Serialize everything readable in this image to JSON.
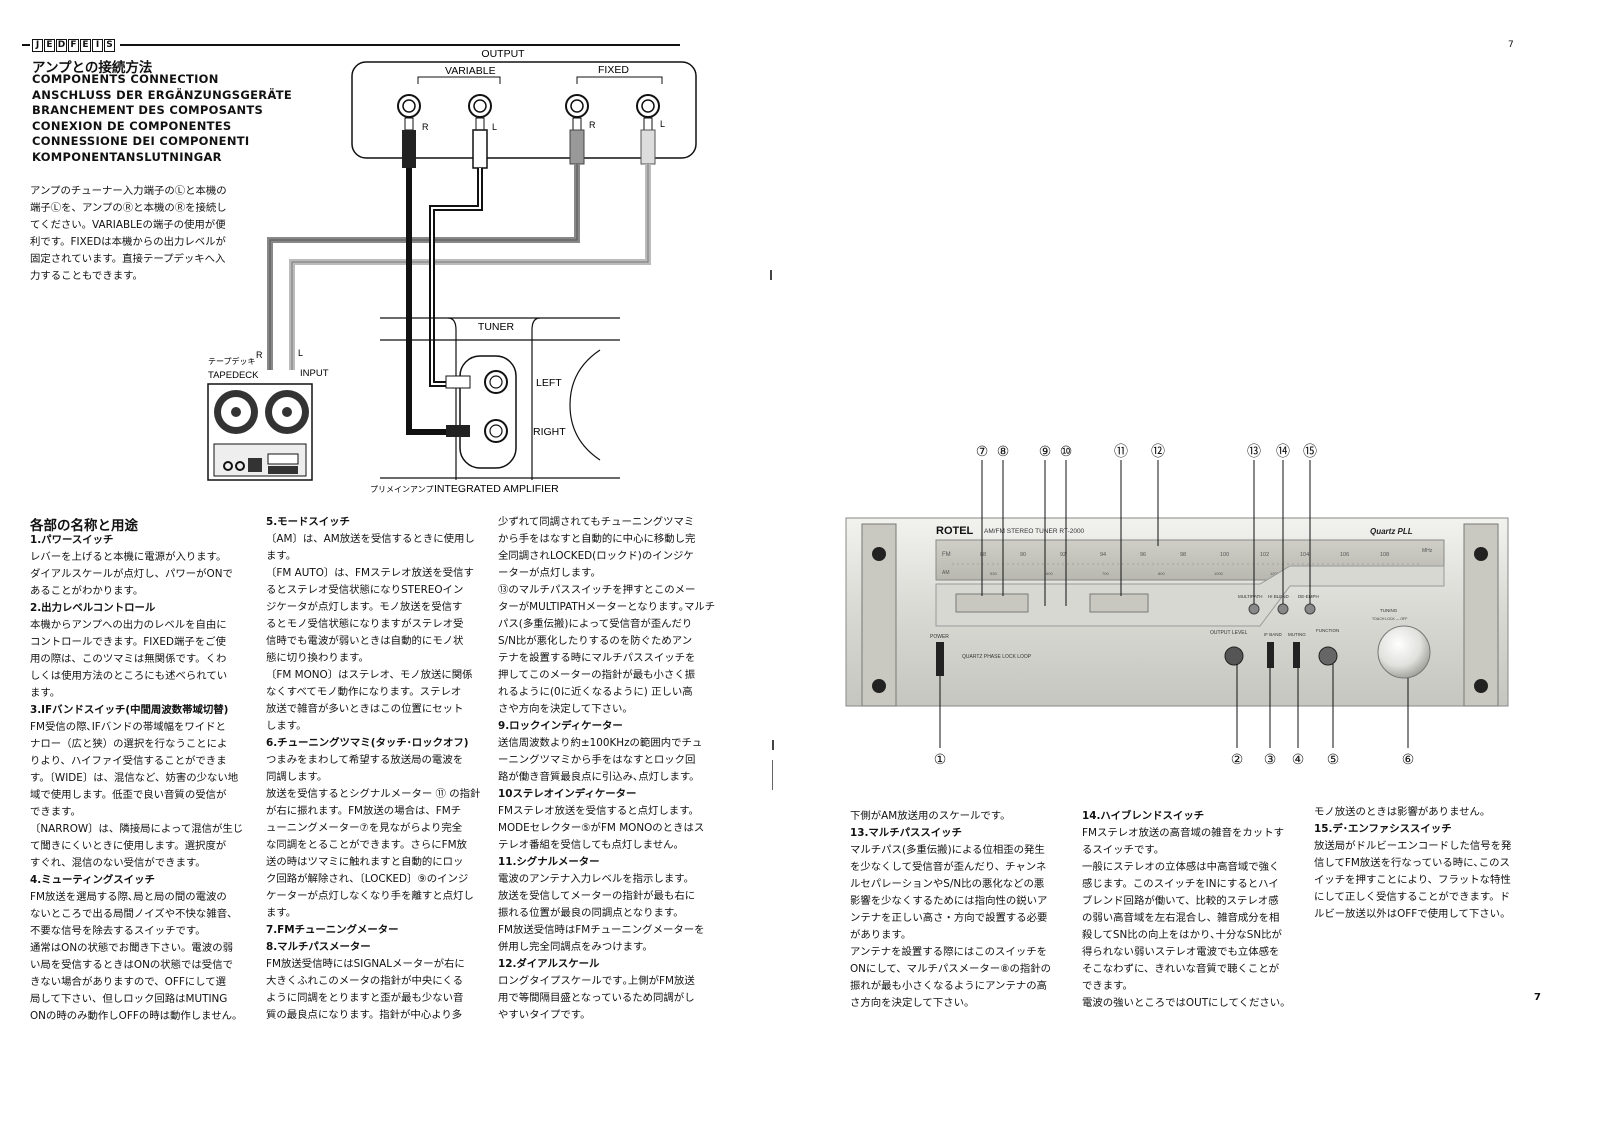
{
  "header": {
    "lang_codes": [
      "J",
      "E",
      "D",
      "F",
      "E",
      "I",
      "S"
    ]
  },
  "connection": {
    "title_ja": "アンプとの接続方法",
    "titles": [
      "COMPONENTS CONNECTION",
      "ANSCHLUSS DER ERGÄNZUNGSGERÄTE",
      "BRANCHEMENT DES COMPOSANTS",
      "CONEXION DE COMPONENTES",
      "CONNESSIONE DEI COMPONENTI",
      "KOMPONENTANSLUTNINGAR"
    ],
    "description": [
      "アンプのチューナー入力端子のⓁと本機の",
      "端子Ⓛを、アンプのⓇと本機のⓇを接続し",
      "てください。VARIABLEの端子の使用が便",
      "利です。FIXEDは本機からの出力レベルが",
      "固定されています。直接テープデッキへ入",
      "力することもできます。"
    ]
  },
  "diagram": {
    "output": "OUTPUT",
    "variable": "VARIABLE",
    "fixed": "FIXED",
    "r": "R",
    "l": "L",
    "tuner": "TUNER",
    "left": "LEFT",
    "right": "RIGHT",
    "tapedeck_ja": "テープデッキ",
    "tapedeck": "TAPEDECK",
    "input": "INPUT",
    "integrated_ja": "プリメインアンプ",
    "integrated": "INTEGRATED AMPLIFIER"
  },
  "tuner_panel": {
    "brand": "ROTEL",
    "model": "AM/FM STEREO TUNER RT-2000",
    "quartz": "Quartz PLL",
    "quartz_label": "QUARTZ PHASE LOCK LOOP",
    "power": "POWER",
    "output_level": "OUTPUT LEVEL",
    "if_band": "IF BAND",
    "muting": "MUTING",
    "function": "FUNCTION",
    "tuning": "TUNING",
    "tuning_sub": "TOUCH LOCK — OFF",
    "multipath": "MULTIPATH",
    "hi_blend": "HI BLEND",
    "de_emph": "DE-EMPH",
    "fm_scale": [
      "88",
      "90",
      "92",
      "94",
      "96",
      "98",
      "100",
      "102",
      "104",
      "106",
      "108"
    ],
    "am_scale": [
      "530",
      "600",
      "700",
      "800",
      "1000",
      "1200",
      "1400",
      "1600"
    ],
    "mhz": "MHz",
    "fm": "FM",
    "am": "AM",
    "callouts_top": [
      "⑦",
      "⑧",
      "⑨",
      "⑩",
      "⑪",
      "⑫",
      "⑬",
      "⑭",
      "⑮"
    ],
    "callouts_bottom": [
      "①",
      "②",
      "③",
      "④",
      "⑤",
      "⑥"
    ]
  },
  "parts_title": "各部の名称と用途",
  "col1": [
    {
      "t": "1.パワースイッチ",
      "h": true
    },
    {
      "t": "レバーを上げると本機に電源が入ります。"
    },
    {
      "t": "ダイアルスケールが点灯し、パワーがONで"
    },
    {
      "t": "あることがわかります。"
    },
    {
      "t": "2.出力レベルコントロール",
      "h": true
    },
    {
      "t": "本機からアンプへの出力のレベルを自由に"
    },
    {
      "t": "コントロールできます。FIXED端子をご使"
    },
    {
      "t": "用の際は、このツマミは無関係です。くわ"
    },
    {
      "t": "しくは使用方法のところにも述べられてい"
    },
    {
      "t": "ます。"
    },
    {
      "t": "3.IFバンドスイッチ(中間周波数帯域切替)",
      "h": true
    },
    {
      "t": "FM受信の際､IFバンドの帯域幅をワイドと"
    },
    {
      "t": "ナロー（広と狭）の選択を行なうことによ"
    },
    {
      "t": "りより、ハイファイ受信することができま"
    },
    {
      "t": "す。〔WIDE〕は、混信など、妨害の少ない地"
    },
    {
      "t": "域で使用します。低歪で良い音質の受信が"
    },
    {
      "t": "できます。"
    },
    {
      "t": "〔NARROW〕は、隣接局によって混信が生じ"
    },
    {
      "t": "て聞きにくいときに使用します。選択度が"
    },
    {
      "t": "すぐれ、混信のない受信ができます。"
    },
    {
      "t": "4.ミューティングスイッチ",
      "h": true
    },
    {
      "t": "FM放送を選局する際､局と局の間の電波の"
    },
    {
      "t": "ないところで出る局間ノイズや不快な雑音、"
    },
    {
      "t": "不要な信号を除去するスイッチです。"
    },
    {
      "t": "通常はONの状態でお聞き下さい。電波の弱"
    },
    {
      "t": "い局を受信するときはONの状態では受信で"
    },
    {
      "t": "きない場合がありますので、OFFにして選"
    },
    {
      "t": "局して下さい、但しロック回路はMUTING"
    },
    {
      "t": "ONの時のみ動作しOFFの時は動作しません。"
    }
  ],
  "col2": [
    {
      "t": "5.モードスイッチ",
      "h": true
    },
    {
      "t": "〔AM〕は、AM放送を受信するときに使用し"
    },
    {
      "t": "ます。"
    },
    {
      "t": "〔FM AUTO〕は、FMステレオ放送を受信す"
    },
    {
      "t": "るとステレオ受信状態になりSTEREOイン"
    },
    {
      "t": "ジケータが点灯します。モノ放送を受信す"
    },
    {
      "t": "るとモノ受信状態になりますがステレオ受"
    },
    {
      "t": "信時でも電波が弱いときは自動的にモノ状"
    },
    {
      "t": "態に切り換わります。"
    },
    {
      "t": "〔FM MONO〕はステレオ、モノ放送に関係"
    },
    {
      "t": "なくすべてモノ動作になります。ステレオ"
    },
    {
      "t": "放送で雑音が多いときはこの位置にセット"
    },
    {
      "t": "します。"
    },
    {
      "t": "6.チューニングツマミ(タッチ･ロックオフ)",
      "h": true
    },
    {
      "t": "つまみをまわして希望する放送局の電波を"
    },
    {
      "t": "同調します。"
    },
    {
      "t": "放送を受信するとシグナルメーター ⑪ の指針"
    },
    {
      "t": "が右に振れます。FM放送の場合は、FMチ"
    },
    {
      "t": "ューニングメーター⑦を見ながらより完全"
    },
    {
      "t": "な同調をとることができます。さらにFM放"
    },
    {
      "t": "送の時はツマミに触れますと自動的にロッ"
    },
    {
      "t": "ク回路が解除され、〔LOCKED〕⑨のインジ"
    },
    {
      "t": "ケーターが点灯しなくなり手を離すと点灯し"
    },
    {
      "t": "ます。"
    },
    {
      "t": "7.FMチューニングメーター",
      "h": true
    },
    {
      "t": "8.マルチパスメーター",
      "h": true
    },
    {
      "t": "FM放送受信時にはSIGNALメーターが右に"
    },
    {
      "t": "大きくふれこのメータの指針が中央にくる"
    },
    {
      "t": "ように同調をとりますと歪が最も少ない音"
    },
    {
      "t": "質の最良点になります。指針が中心より多"
    }
  ],
  "col3": [
    {
      "t": "少ずれて同調されてもチューニングツマミ"
    },
    {
      "t": "から手をはなすと自動的に中心に移動し完"
    },
    {
      "t": "全同調されLOCKED(ロックド)のインジケ"
    },
    {
      "t": "ーターが点灯します。"
    },
    {
      "t": "⑬のマルチパススイッチを押すとこのメー"
    },
    {
      "t": "ターがMULTIPATHメーターとなります｡マルチ"
    },
    {
      "t": "パス(多重伝搬)によって受信音が歪んだり"
    },
    {
      "t": "S/N比が悪化したりするのを防ぐためアン"
    },
    {
      "t": "テナを設置する時にマルチパススイッチを"
    },
    {
      "t": "押してこのメーターの指針が最も小さく振"
    },
    {
      "t": "れるように(0に近くなるように) 正しい高"
    },
    {
      "t": "さや方向を決定して下さい。"
    },
    {
      "t": "9.ロックインディケーター",
      "h": true
    },
    {
      "t": "送信周波数より約±100KHzの範囲内でチュ"
    },
    {
      "t": "ーニングツマミから手をはなすとロック回"
    },
    {
      "t": "路が働き音質最良点に引込み､点灯します。"
    },
    {
      "t": "10ステレオインディケーター",
      "h": true
    },
    {
      "t": "FMステレオ放送を受信すると点灯します。"
    },
    {
      "t": "MODEセレクター⑤がFM MONOのときはス"
    },
    {
      "t": "テレオ番組を受信しても点灯しません。"
    },
    {
      "t": "11.シグナルメーター",
      "h": true
    },
    {
      "t": "電波のアンテナ入力レベルを指示します。"
    },
    {
      "t": "放送を受信してメーターの指針が最も右に"
    },
    {
      "t": "振れる位置が最良の同調点となります。"
    },
    {
      "t": "FM放送受信時はFMチューニングメーターを"
    },
    {
      "t": "併用し完全同調点をみつけます。"
    },
    {
      "t": "12.ダイアルスケール",
      "h": true
    },
    {
      "t": "ロングタイプスケールです｡上側がFM放送"
    },
    {
      "t": "用で等間隔目盛となっているため同調がし"
    },
    {
      "t": "やすいタイプです。"
    }
  ],
  "col4": [
    {
      "t": "下側がAM放送用のスケールです。"
    },
    {
      "t": "13.マルチパススイッチ",
      "h": true
    },
    {
      "t": "マルチパス(多重伝搬)による位相歪の発生"
    },
    {
      "t": "を少なくして受信音が歪んだり、チャンネ"
    },
    {
      "t": "ルセパレーションやS/N比の悪化などの悪"
    },
    {
      "t": "影響を少なくするためには指向性の鋭いア"
    },
    {
      "t": "ンテナを正しい高さ・方向で設置する必要"
    },
    {
      "t": "があります。"
    },
    {
      "t": "アンテナを設置する際にはこのスイッチを"
    },
    {
      "t": "ONにして、マルチパスメーター⑧の指針の"
    },
    {
      "t": "振れが最も小さくなるようにアンテナの高"
    },
    {
      "t": "さ方向を決定して下さい。"
    }
  ],
  "col5": [
    {
      "t": "14.ハイブレンドスイッチ",
      "h": true
    },
    {
      "t": "FMステレオ放送の高音域の雑音をカットす"
    },
    {
      "t": "るスイッチです。"
    },
    {
      "t": "一般にステレオの立体感は中高音域で強く"
    },
    {
      "t": "感じます。このスイッチをINにするとハイ"
    },
    {
      "t": "ブレンド回路が働いて、比較的ステレオ感"
    },
    {
      "t": "の弱い高音域を左右混合し、雑音成分を相"
    },
    {
      "t": "殺してSN比の向上をはかり､十分なSN比が"
    },
    {
      "t": "得られない弱いステレオ電波でも立体感を"
    },
    {
      "t": "そこなわずに、きれいな音質で聴くことが"
    },
    {
      "t": "できます。"
    },
    {
      "t": "電波の強いところではOUTにしてください。"
    }
  ],
  "col6": [
    {
      "t": "モノ放送のときは影響がありません。"
    },
    {
      "t": "15.デ･エンファシススイッチ",
      "h": true
    },
    {
      "t": "放送局がドルビーエンコードした信号を発"
    },
    {
      "t": "信してFM放送を行なっている時に､このス"
    },
    {
      "t": "イッチを押すことにより、フラットな特性"
    },
    {
      "t": "にして正しく受信することができます。ド"
    },
    {
      "t": "ルビー放送以外はOFFで使用して下さい。"
    }
  ],
  "page_number": "7",
  "corner_mark": "7"
}
